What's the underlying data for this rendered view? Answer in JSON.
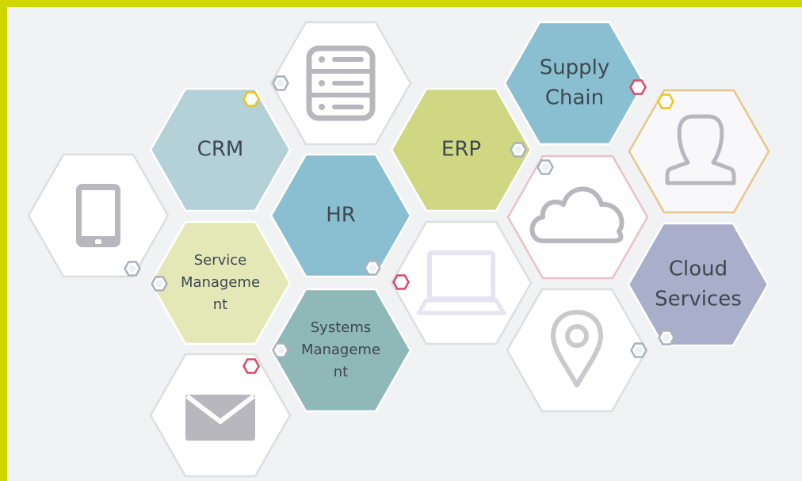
{
  "colors": {
    "frame": "#cfd600",
    "background": "#f1f2f3",
    "tile_white": "#ffffff",
    "tile_white_alt": "#f8f8fb",
    "teal_light": "#b4d1d8",
    "blue": "#8abfd1",
    "green": "#cfd783",
    "pale_green": "#e4e8b7",
    "slate_teal": "#8fb8b8",
    "periwinkle": "#a9aecb",
    "icon_gray": "#b7b7bd",
    "badge_gold": "#f0c419",
    "badge_red": "#d94864",
    "badge_gray": "#aab2bc"
  },
  "tiles": [
    {
      "id": "server",
      "kind": "icon",
      "icon": "server-icon"
    },
    {
      "id": "crm",
      "kind": "label",
      "lines": [
        "CRM"
      ]
    },
    {
      "id": "erp",
      "kind": "label",
      "lines": [
        "ERP"
      ]
    },
    {
      "id": "supply-chain",
      "kind": "label",
      "lines": [
        "Supply",
        "Chain"
      ]
    },
    {
      "id": "user",
      "kind": "icon",
      "icon": "user-icon"
    },
    {
      "id": "tablet",
      "kind": "icon",
      "icon": "tablet-icon"
    },
    {
      "id": "hr",
      "kind": "label",
      "lines": [
        "HR"
      ]
    },
    {
      "id": "cloud",
      "kind": "icon",
      "icon": "cloud-icon"
    },
    {
      "id": "service-management",
      "kind": "label",
      "lines": [
        "Service",
        "Manageme",
        "nt"
      ]
    },
    {
      "id": "laptop",
      "kind": "icon",
      "icon": "laptop-icon"
    },
    {
      "id": "cloud-services",
      "kind": "label",
      "lines": [
        "Cloud",
        "Services"
      ]
    },
    {
      "id": "systems-management",
      "kind": "label",
      "lines": [
        "Systems",
        "Manageme",
        "nt"
      ]
    },
    {
      "id": "location",
      "kind": "icon",
      "icon": "location-pin-icon"
    },
    {
      "id": "email",
      "kind": "icon",
      "icon": "envelope-icon"
    }
  ],
  "badges": [
    {
      "id": "crm",
      "color": "gold"
    },
    {
      "id": "server",
      "color": "gray"
    },
    {
      "id": "supply-chain",
      "color": "red"
    },
    {
      "id": "user",
      "color": "gold"
    },
    {
      "id": "erp",
      "color": "gray"
    },
    {
      "id": "cloud",
      "color": "gray"
    },
    {
      "id": "tablet",
      "color": "gray"
    },
    {
      "id": "service-management",
      "color": "gray"
    },
    {
      "id": "hr",
      "color": "gray"
    },
    {
      "id": "laptop",
      "color": "red"
    },
    {
      "id": "systems-management",
      "color": "gray"
    },
    {
      "id": "email",
      "color": "red"
    },
    {
      "id": "location",
      "color": "gray"
    },
    {
      "id": "cloud-services",
      "color": "gray"
    }
  ]
}
